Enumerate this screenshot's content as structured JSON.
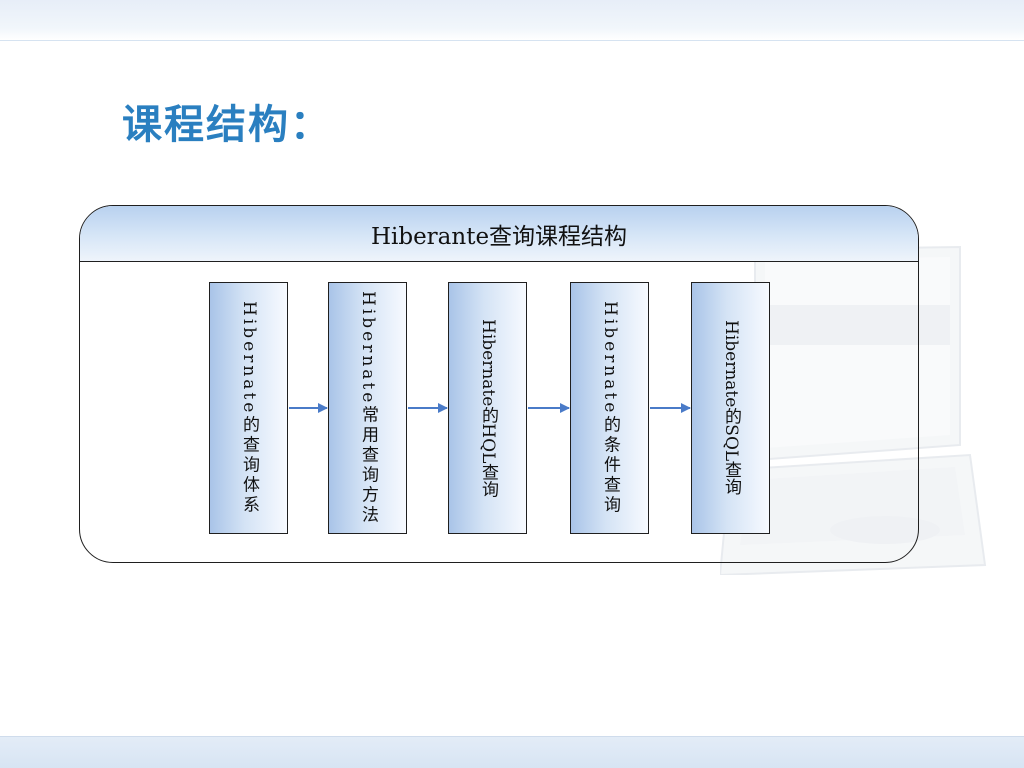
{
  "slide": {
    "title": "课程结构："
  },
  "diagram": {
    "header": "Hiberante查询课程结构",
    "nodes": [
      {
        "label": "Hibernate的查询体系"
      },
      {
        "label": "Hibernate常用查询方法"
      },
      {
        "label": "Hibernate的HQL查询"
      },
      {
        "label": "Hibernate的条件查询"
      },
      {
        "label": "Hibernate的SQL查询"
      }
    ]
  },
  "colors": {
    "title": "#2a7fc0",
    "arrow": "#4a7bc8",
    "box_gradient_dark": "#a9c4e8",
    "header_gradient": "#b8d1ef"
  }
}
